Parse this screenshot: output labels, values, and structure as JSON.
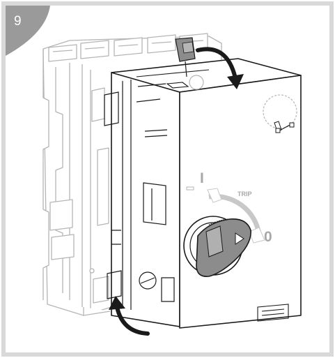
{
  "step": {
    "number": "9"
  },
  "knob": {
    "label_on": "I",
    "label_trip": "TRIP",
    "label_off": "0"
  },
  "colors": {
    "border": "#d9d9d9",
    "badge": "#9a9a9a",
    "line_light": "#b8b8b8",
    "line_dark": "#1a1a1a",
    "knob_fill": "#8c8c8c",
    "arrow": "#1a1a1a"
  }
}
